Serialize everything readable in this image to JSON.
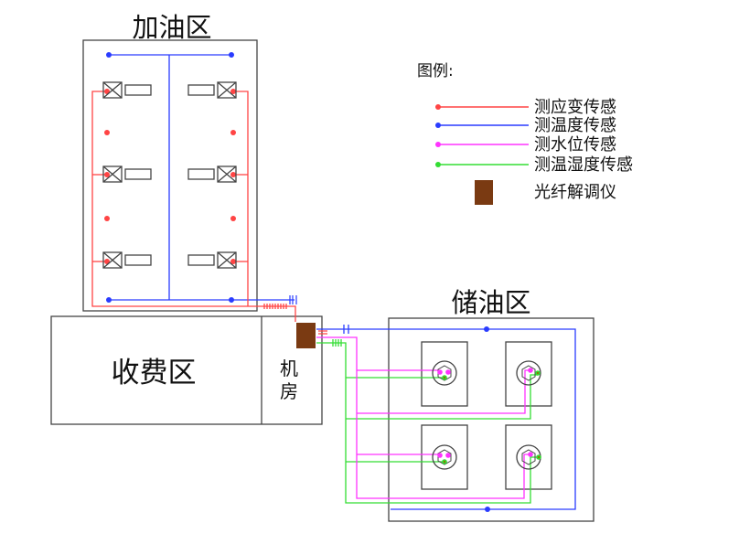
{
  "areas": {
    "fuel": "加油区",
    "storage": "储油区",
    "toll": "收费区",
    "machine_room_line1": "机",
    "machine_room_line2": "房"
  },
  "legend": {
    "title": "图例:",
    "items": [
      {
        "label": "测应变传感",
        "color": "#ff4444",
        "kind": "line"
      },
      {
        "label": "测温度传感",
        "color": "#2a3cff",
        "kind": "line"
      },
      {
        "label": "测水位传感",
        "color": "#ff33ff",
        "kind": "line"
      },
      {
        "label": "测温湿度传感",
        "color": "#33dd33",
        "kind": "line"
      },
      {
        "label": "光纤解调仪",
        "color": "#7a3a12",
        "kind": "box"
      }
    ]
  },
  "colors": {
    "strain": "#ff4444",
    "temperature": "#2a3cff",
    "water_level": "#ff33ff",
    "humidity": "#33dd33",
    "demodulator": "#7a3a12",
    "outline": "#444444"
  }
}
